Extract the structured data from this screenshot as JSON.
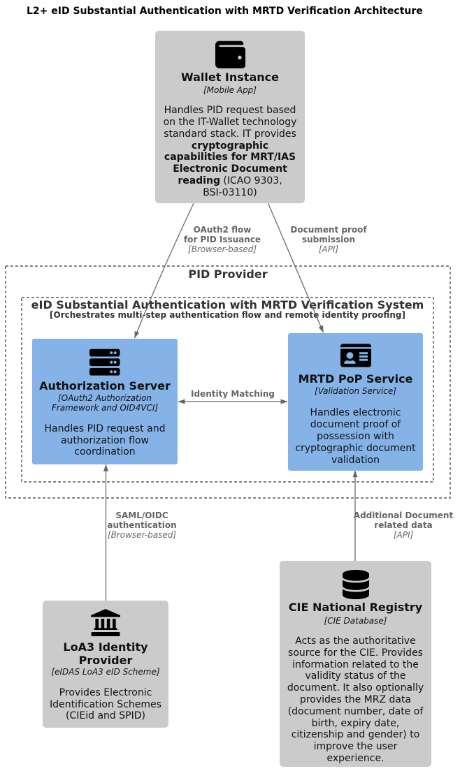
{
  "title": "L2+ eID Substantial Authentication with MRTD Verification Architecture",
  "colors": {
    "node_gray": "#cbcbcb",
    "node_blue": "#85b3e8",
    "edge": "#666666",
    "edge_label": "#666666",
    "group_border": "#333333"
  },
  "groups": {
    "pid_provider": {
      "title": "PID Provider"
    },
    "eid_system": {
      "title": "eID Substantial Authentication with MRTD Verification System",
      "subtitle": "[Orchestrates multi-step authentication flow and remote identity proofing]"
    }
  },
  "nodes": {
    "wallet": {
      "icon": "wallet-icon",
      "title": "Wallet Instance",
      "subtitle": "[Mobile App]",
      "body_parts": [
        {
          "t": "Handles PID request based\non the IT-Wallet technology\nstandard stack. IT provides\n",
          "b": false
        },
        {
          "t": "cryptographic\ncapabilities for MRT/IAS\nElectronic Document\nreading",
          "b": true
        },
        {
          "t": " (ICAO 9303,\nBSI-03110)",
          "b": false
        }
      ]
    },
    "auth_server": {
      "icon": "server-icon",
      "title": "Authorization Server",
      "subtitle": "[OAuth2 Authorization\nFramework and OID4VCI]",
      "body": "Handles PID request and\nauthorization flow\ncoordination"
    },
    "mrtd_pop": {
      "icon": "id-card-icon",
      "title": "MRTD PoP Service",
      "subtitle": "[Validation Service]",
      "body": "Handles electronic\ndocument proof of\npossession with\ncryptographic document\nvalidation"
    },
    "loa3_idp": {
      "icon": "bank-icon",
      "title": "LoA3 Identity\nProvider",
      "subtitle": "[eIDAS LoA3 eID Scheme]",
      "body": "Provides Electronic\nIdentification Schemes\n(CIEid and SPID)"
    },
    "cie_registry": {
      "icon": "database-icon",
      "title": "CIE National Registry",
      "subtitle": "[CIE Database]",
      "body": "Acts as the authoritative\nsource for the CIE. Provides\ninformation related to the\nvalidity status of the\ndocument. It also optionally\nprovides the MRZ data\n(document number, date of\nbirth, expiry date,\ncitizenship and gender) to\nimprove the user\nexperience."
    }
  },
  "edges": {
    "oauth2": {
      "label": "OAuth2 flow\nfor PID Issuance",
      "mode": "[Browser-based]"
    },
    "docproof": {
      "label": "Document proof\nsubmission",
      "mode": "[API]"
    },
    "identity_matching": {
      "label": "Identity Matching",
      "mode": ""
    },
    "saml": {
      "label": "SAML/OIDC\nauthentication",
      "mode": "[Browser-based]"
    },
    "additional": {
      "label": "Additional Document\nrelated data",
      "mode": "[API]"
    }
  }
}
